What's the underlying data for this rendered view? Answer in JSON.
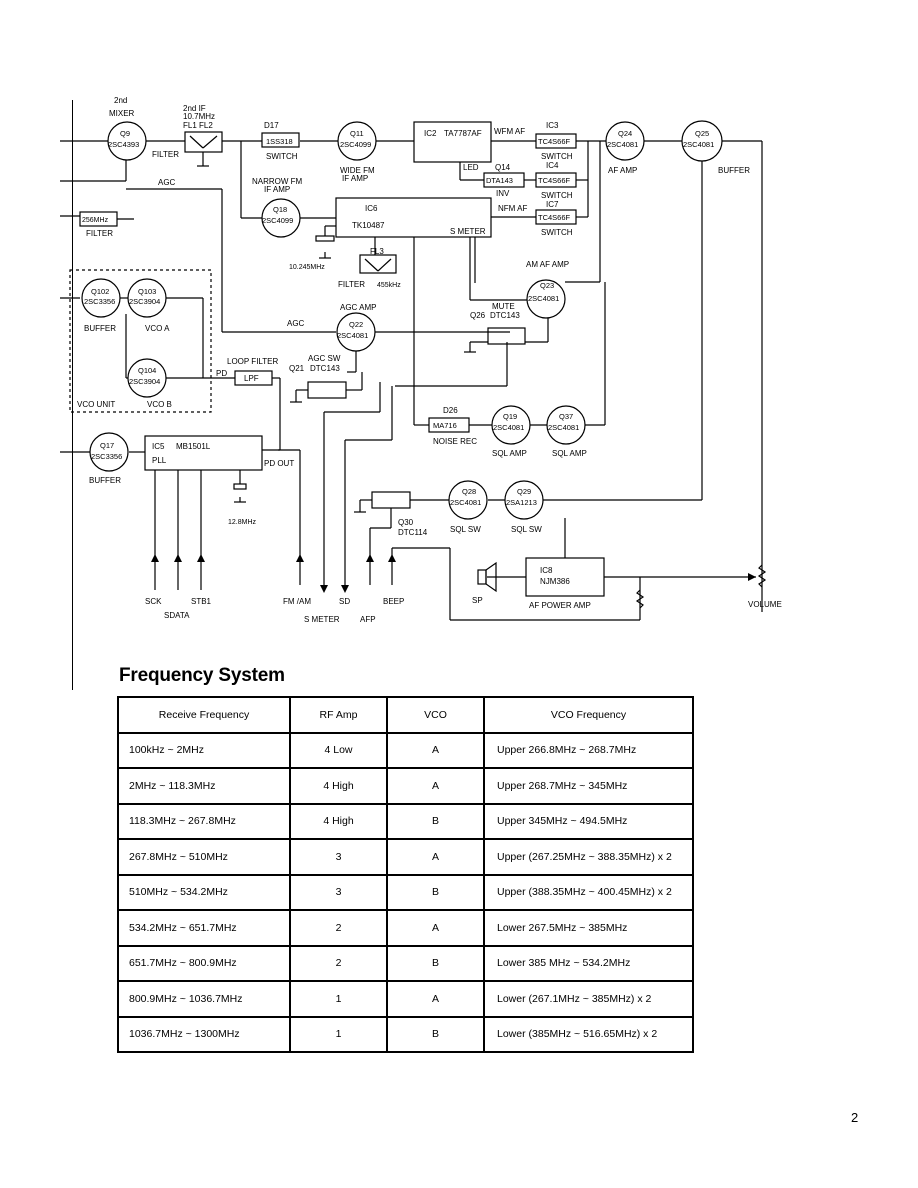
{
  "diagram": {
    "labels": {
      "second": "2nd",
      "mixer": "MIXER",
      "q9": "Q9",
      "q9_part": "2SC4393",
      "second_if": "2nd IF",
      "if_freq": "10.7MHz",
      "fl1fl2": "FL1 FL2",
      "filter_a": "FILTER",
      "d17": "D17",
      "d17_part": "1SS318",
      "switch_a": "SWITCH",
      "q11": "Q11",
      "q11_part": "2SC4099",
      "wide_fm": "WIDE FM",
      "if_amp_a": "IF AMP",
      "ic2": "IC2",
      "ic2_part": "TA7787AF",
      "wfm_af": "WFM AF",
      "led": "LED",
      "q14": "Q14",
      "q14_part": "DTA143",
      "inv": "INV",
      "ic3": "IC3",
      "ic3_part": "TC4S66F",
      "switch_b": "SWITCH",
      "ic4": "IC4",
      "ic4_part": "TC4S66F",
      "switch_c": "SWITCH",
      "nfm_af": "NFM AF",
      "ic7": "IC7",
      "ic7_part": "TC4S66F",
      "switch_d": "SWITCH",
      "q24": "Q24",
      "q24_part": "2SC4081",
      "af_amp": "AF AMP",
      "q25": "Q25",
      "q25_part": "2SC4081",
      "buffer_a": "BUFFER",
      "agc_a": "AGC",
      "narrow_fm": "NARROW FM",
      "if_amp_b": "IF AMP",
      "q18": "Q18",
      "q18_part": "2SC4099",
      "ic6": "IC6",
      "ic6_part": "TK10487",
      "s_meter_a": "S METER",
      "xtal_a": "10.245MHz",
      "fl3": "FL3",
      "filter_b": "FILTER",
      "fl3_freq": "455kHz",
      "am_af_amp": "AM AF AMP",
      "q23": "Q23",
      "q23_part": "2SC4081",
      "filter_256": "256MHz",
      "filter_c": "FILTER",
      "q102": "Q102",
      "q102_part": "2SC3356",
      "buffer_b": "BUFFER",
      "q103": "Q103",
      "q103_part": "2SC3904",
      "vco_a": "VCO A",
      "q104": "Q104",
      "q104_part": "2SC3904",
      "vco_b": "VCO B",
      "vco_unit": "VCO UNIT",
      "agc_amp": "AGC AMP",
      "agc_b": "AGC",
      "q22": "Q22",
      "q22_part": "2SC4081",
      "mute": "MUTE",
      "q26": "Q26",
      "q26_part": "DTC143",
      "loop_filter": "LOOP FILTER",
      "pd": "PD",
      "lpf": "LPF",
      "agc_sw": "AGC SW",
      "q21": "Q21",
      "q21_part": "DTC143",
      "d26": "D26",
      "d26_part": "MA716",
      "noise_rec": "NOISE REC",
      "q19": "Q19",
      "q19_part": "2SC4081",
      "sql_amp_a": "SQL AMP",
      "q37": "Q37",
      "q37_part": "2SC4081",
      "sql_amp_b": "SQL AMP",
      "q17": "Q17",
      "q17_part": "2SC3356",
      "buffer_c": "BUFFER",
      "ic5": "IC5",
      "ic5_part": "MB1501L",
      "pll": "PLL",
      "pd_out": "PD OUT",
      "xtal_b": "12.8MHz",
      "q28": "Q28",
      "q28_part": "2SC4081",
      "sql_sw_a": "SQL SW",
      "q29": "Q29",
      "q29_part": "2SA1213",
      "sql_sw_b": "SQL SW",
      "q30": "Q30",
      "q30_part": "DTC114",
      "ic8": "IC8",
      "ic8_part": "NJM386",
      "af_power_amp": "AF POWER AMP",
      "sp": "SP",
      "volume": "VOLUME",
      "sck": "SCK",
      "stb1": "STB1",
      "sdata": "SDATA",
      "fm_am": "FM /AM",
      "sd": "SD",
      "s_meter_b": "S METER",
      "beep": "BEEP",
      "afp": "AFP"
    }
  },
  "section_title": "Frequency System",
  "table": {
    "headers": [
      "Receive Frequency",
      "RF Amp",
      "VCO",
      "VCO  Frequency"
    ],
    "rows": [
      [
        "100kHz ~ 2MHz",
        "4   Low",
        "A",
        "Upper  266.8MHz ~ 268.7MHz"
      ],
      [
        "2MHz ~ 118.3MHz",
        "4   High",
        "A",
        "Upper  268.7MHz ~ 345MHz"
      ],
      [
        "118.3MHz ~ 267.8MHz",
        "4   High",
        "B",
        "Upper  345MHz ~ 494.5MHz"
      ],
      [
        "267.8MHz ~ 510MHz",
        "3",
        "A",
        "Upper  (267.25MHz ~ 388.35MHz) x 2"
      ],
      [
        "510MHz ~ 534.2MHz",
        "3",
        "B",
        "Upper  (388.35MHz ~ 400.45MHz) x 2"
      ],
      [
        "534.2MHz ~ 651.7MHz",
        "2",
        "A",
        "Lower  267.5MHz ~ 385MHz"
      ],
      [
        "651.7MHz ~ 800.9MHz",
        "2",
        "B",
        "Lower  385 MHz ~ 534.2MHz"
      ],
      [
        "800.9MHz ~ 1036.7MHz",
        "1",
        "A",
        "Lower  (267.1MHz ~ 385MHz) x 2"
      ],
      [
        "1036.7MHz ~ 1300MHz",
        "1",
        "B",
        "Lower  (385MHz ~ 516.65MHz) x 2"
      ]
    ]
  },
  "page_number": "2"
}
